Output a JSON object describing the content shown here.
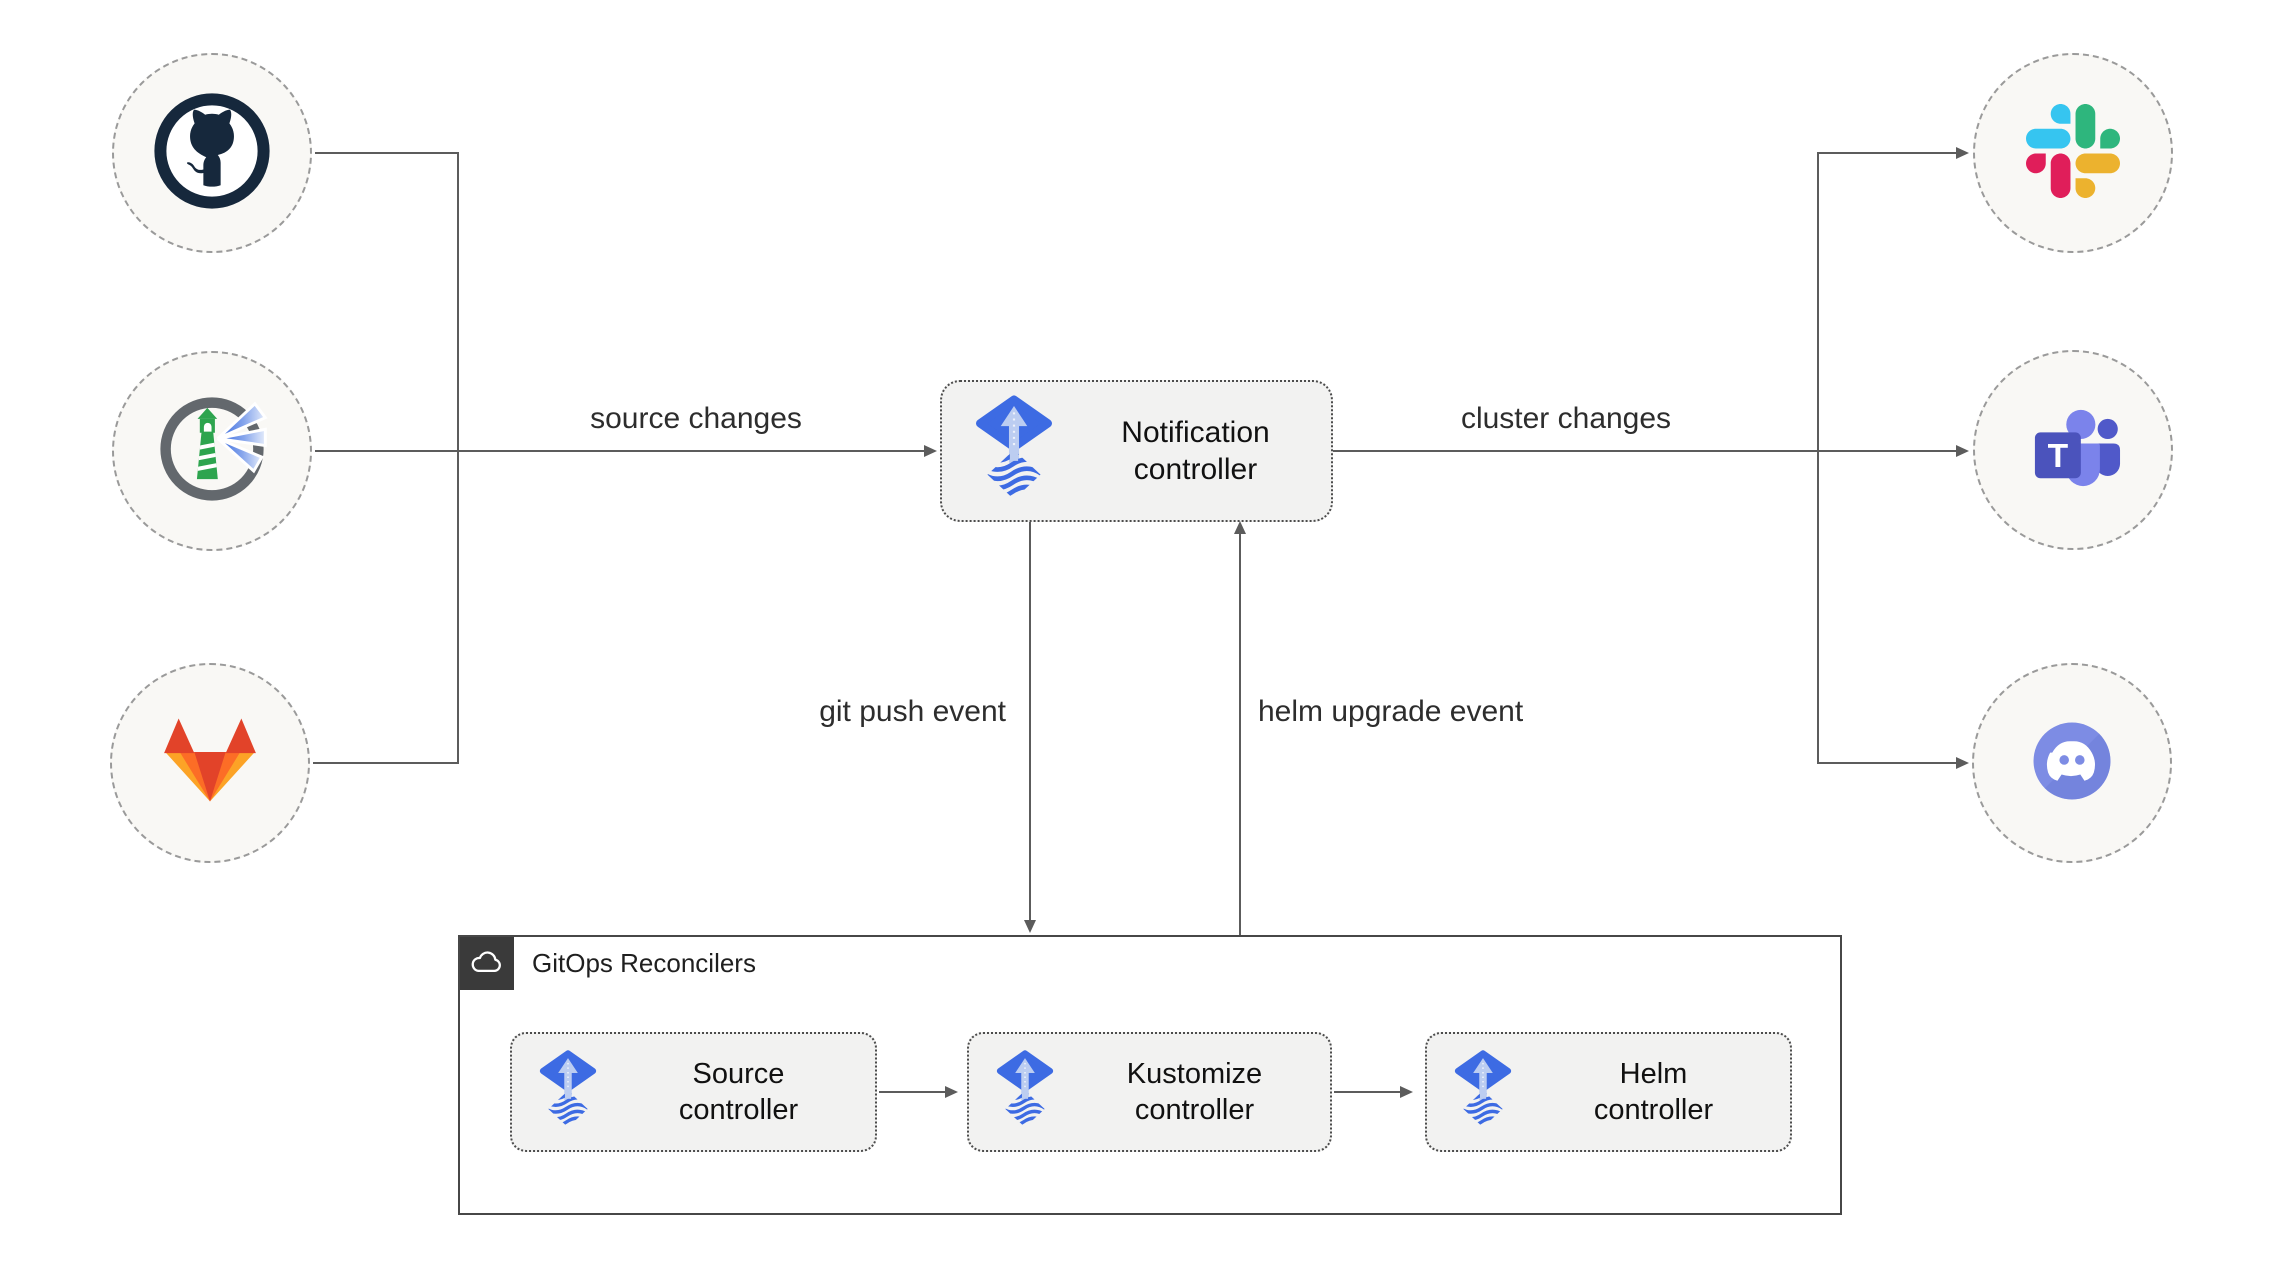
{
  "edges": {
    "source_changes": "source changes",
    "cluster_changes": "cluster changes",
    "git_push_event": "git push event",
    "helm_upgrade_event": "helm upgrade event"
  },
  "sources": [
    {
      "icon": "github-icon"
    },
    {
      "icon": "harbor-icon"
    },
    {
      "icon": "gitlab-icon"
    }
  ],
  "targets": [
    {
      "icon": "slack-icon"
    },
    {
      "icon": "teams-icon"
    },
    {
      "icon": "discord-icon"
    }
  ],
  "notification_controller": {
    "line1": "Notification",
    "line2": "controller",
    "icon": "flux-icon"
  },
  "reconcilers": {
    "title": "GitOps Reconcilers",
    "title_icon": "cloud-icon",
    "items": [
      {
        "line1": "Source",
        "line2": "controller",
        "icon": "flux-icon"
      },
      {
        "line1": "Kustomize",
        "line2": "controller",
        "icon": "flux-icon"
      },
      {
        "line1": "Helm",
        "line2": "controller",
        "icon": "flux-icon"
      }
    ]
  },
  "colors": {
    "connector": "#5c5c5c",
    "node_fill": "#f2f2f1",
    "circle_fill": "#f9f8f5",
    "flux_blue": "#3D6BE3",
    "flux_arrow_light": "#BCCDF1",
    "github_navy": "#16283C",
    "harbor_green": "#2da44e",
    "gitlab_red": "#e24329",
    "gitlab_orange": "#fc6d26",
    "gitlab_yellow": "#fca326",
    "slack_blue": "#36C5F0",
    "slack_green": "#2EB67D",
    "slack_yellow": "#ECB22E",
    "slack_red": "#E01E5A",
    "teams_purple": "#4B53BC",
    "teams_light": "#7B83EB",
    "teams_mid": "#5059C9",
    "discord_blurple": "#7d8ce4",
    "chip_dark": "#3a3a3a"
  }
}
